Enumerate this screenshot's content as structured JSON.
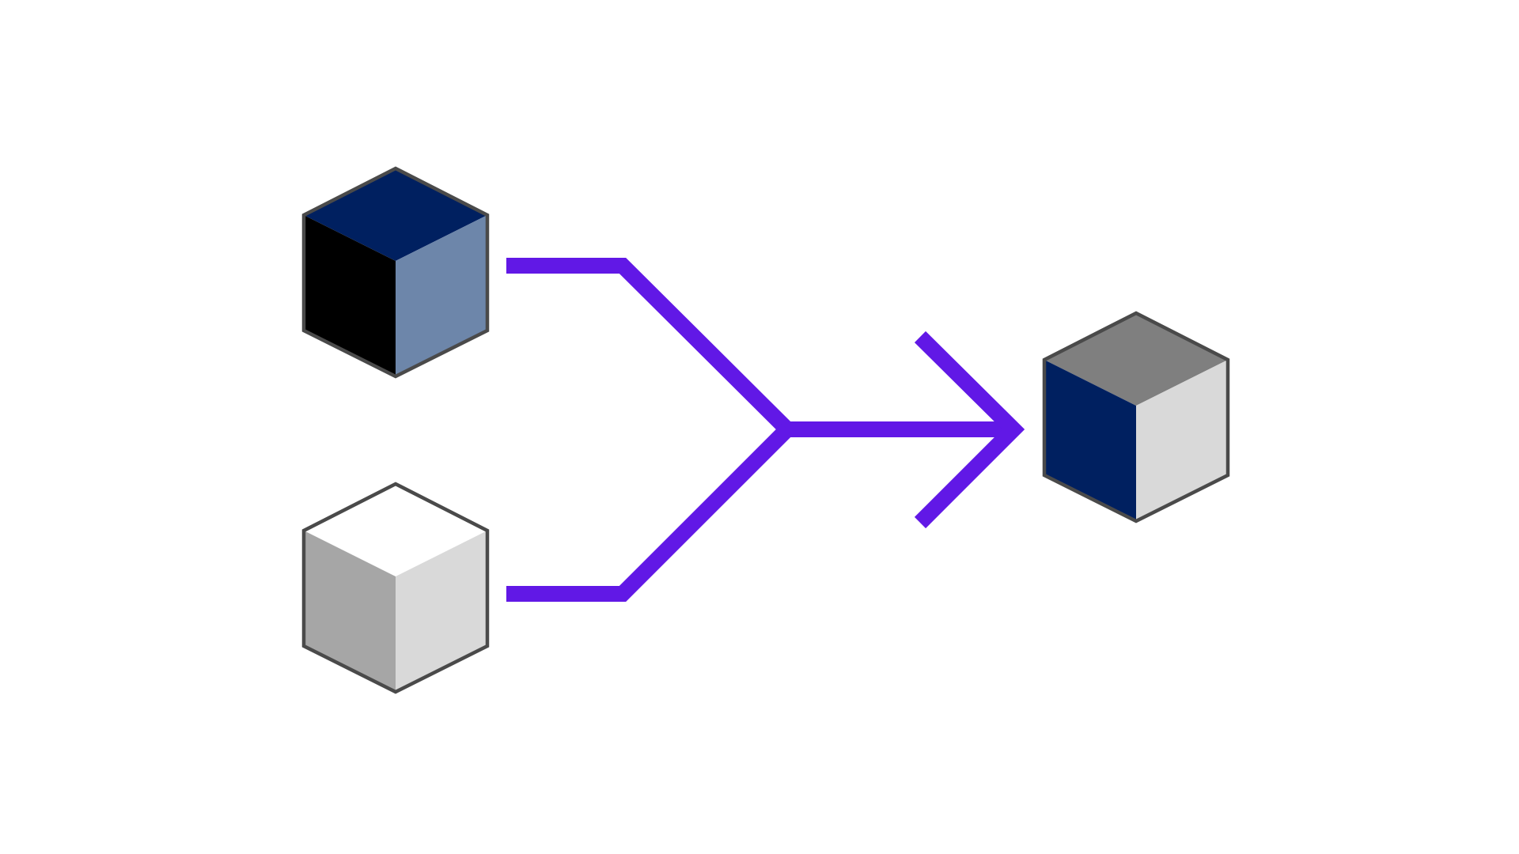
{
  "diagram": {
    "background": "#ffffff",
    "outline_color": "#4a4a4a",
    "connector_color": "#6118e6",
    "inputs": [
      {
        "id": "input-cube-1",
        "faces": {
          "top": "#002060",
          "left": "#000000",
          "right": "#6d86aa"
        }
      },
      {
        "id": "input-cube-2",
        "faces": {
          "top": "#ffffff",
          "left": "#a6a6a6",
          "right": "#d9d9d9"
        }
      }
    ],
    "output": {
      "id": "output-cube",
      "faces": {
        "top": "#7f7f7f",
        "left": "#002060",
        "right": "#d9d9d9"
      }
    }
  }
}
